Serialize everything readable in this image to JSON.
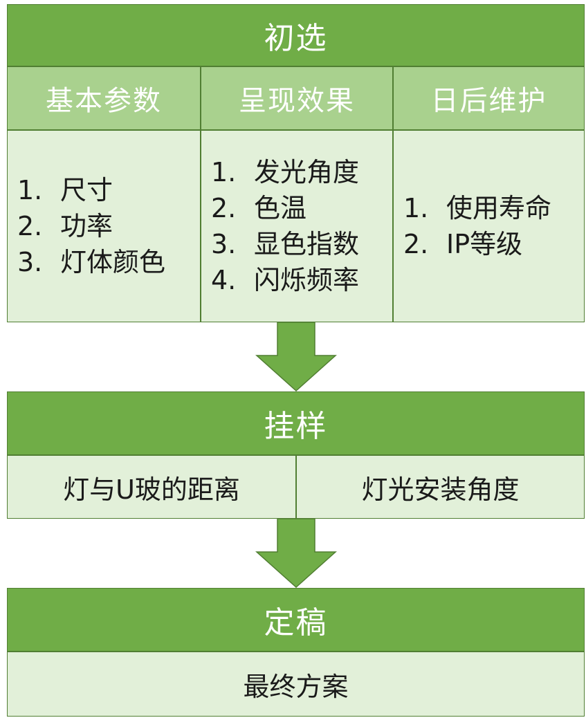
{
  "colors": {
    "header": "#70ad47",
    "subheader": "#a9d18e",
    "cell": "#e2f0d9",
    "arrow": "#70ad47",
    "border": "#507e32"
  },
  "stage1": {
    "title": "初选",
    "columns": [
      {
        "title": "基本参数",
        "items": [
          {
            "num": "1.",
            "text": "尺寸"
          },
          {
            "num": "2.",
            "text": "功率"
          },
          {
            "num": "3.",
            "text": "灯体颜色"
          }
        ]
      },
      {
        "title": "呈现效果",
        "items": [
          {
            "num": "1.",
            "text": "发光角度"
          },
          {
            "num": "2.",
            "text": "色温"
          },
          {
            "num": "3.",
            "text": "显色指数"
          },
          {
            "num": "4.",
            "text": "闪烁频率"
          }
        ]
      },
      {
        "title": "日后维护",
        "items": [
          {
            "num": "1.",
            "text": "使用寿命"
          },
          {
            "num": "2.",
            "text": "IP等级"
          }
        ]
      }
    ]
  },
  "stage2": {
    "title": "挂样",
    "cells": [
      "灯与U玻的距离",
      "灯光安装角度"
    ]
  },
  "stage3": {
    "title": "定稿",
    "cells": [
      "最终方案"
    ]
  }
}
